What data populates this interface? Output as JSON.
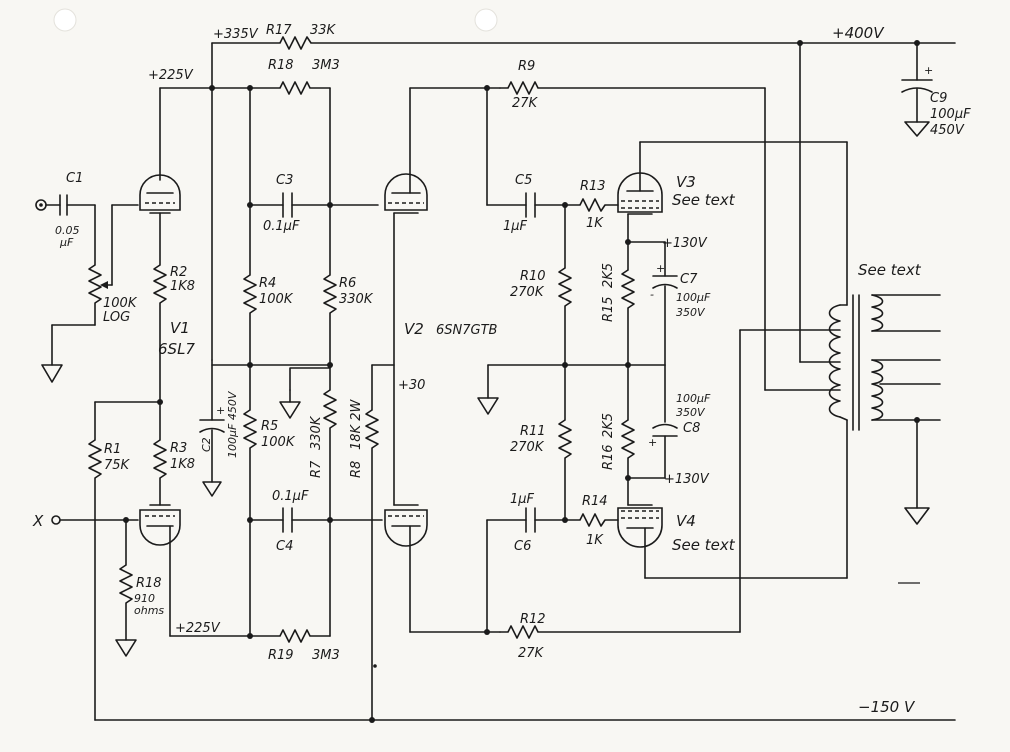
{
  "rails": {
    "b400": "+400V",
    "b335": "+335V",
    "b225_top": "+225V",
    "b225_bot": "+225V",
    "b130_top": "+130V",
    "b130_bot": "+130V",
    "neg150": "−150 V",
    "b30": "+30"
  },
  "input": {
    "x": "X"
  },
  "tubes": {
    "v1": {
      "ref": "V1",
      "type": "6SL7"
    },
    "v2": {
      "ref": "V2",
      "type": "6SN7GTB"
    },
    "v3": {
      "ref": "V3",
      "note": "See text"
    },
    "v4": {
      "ref": "V4",
      "note": "See text"
    }
  },
  "transformer": {
    "note": "See text"
  },
  "resistors": {
    "r1": {
      "ref": "R1",
      "value": "75K"
    },
    "r2": {
      "ref": "R2",
      "value": "1K8"
    },
    "r3": {
      "ref": "R3",
      "value": "1K8"
    },
    "r4": {
      "ref": "R4",
      "value": "100K"
    },
    "r5": {
      "ref": "R5",
      "value": "100K"
    },
    "r6": {
      "ref": "R6",
      "value": "330K"
    },
    "r7": {
      "ref": "R7",
      "value": "330K"
    },
    "r8": {
      "ref": "R8",
      "value": "18K 2W"
    },
    "r9": {
      "ref": "R9",
      "value": "27K"
    },
    "r10": {
      "ref": "R10",
      "value": "270K"
    },
    "r11": {
      "ref": "R11",
      "value": "270K"
    },
    "r12": {
      "ref": "R12",
      "value": "27K"
    },
    "r13": {
      "ref": "R13",
      "value": "1K"
    },
    "r14": {
      "ref": "R14",
      "value": "1K"
    },
    "r15": {
      "ref": "R15",
      "value": "2K5"
    },
    "r16": {
      "ref": "R16",
      "value": "2K5"
    },
    "r17": {
      "ref": "R17",
      "value": "33K"
    },
    "r18": {
      "ref": "R18",
      "value": "3M3"
    },
    "r18b": {
      "ref": "R18",
      "value": "910",
      "unit": "ohms"
    },
    "r19": {
      "ref": "R19",
      "value": "3M3"
    },
    "pot": {
      "value": "100K",
      "taper": "LOG"
    }
  },
  "capacitors": {
    "c1": {
      "ref": "C1",
      "value": "0.05",
      "unit": "µF"
    },
    "c2": {
      "ref": "C2",
      "value": "100µF 450V"
    },
    "c3": {
      "ref": "C3",
      "value": "0.1µF"
    },
    "c4": {
      "ref": "C4",
      "value": "0.1µF"
    },
    "c5": {
      "ref": "C5",
      "value": "1µF"
    },
    "c6": {
      "ref": "C6",
      "value": "1µF"
    },
    "c7": {
      "ref": "C7",
      "value": "100µF",
      "volt": "350V"
    },
    "c8": {
      "ref": "C8",
      "value": "100µF",
      "volt": "350V"
    },
    "c9": {
      "ref": "C9",
      "value": "100µF",
      "volt": "450V"
    }
  }
}
